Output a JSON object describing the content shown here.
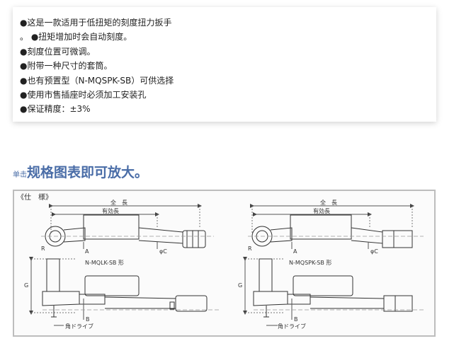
{
  "features": [
    "●这是一款适用于低扭矩的刻度扭力扳手",
    "。 ●扭矩增加时会自动刻度。",
    "●刻度位置可微调。",
    "●附带一种尺寸的套筒。",
    "●也有预置型（N-MQSPK-SB）可供选择",
    "●使用市售插座时必须加工安装孔",
    "●保证精度：±3%"
  ],
  "heading": {
    "prefix": "单击",
    "main": "规格图表即可放大。"
  },
  "diagram": {
    "spec_label": "《仕　様》",
    "left": {
      "total_length": "全　長",
      "effective_length": "有効長",
      "model": "N-MQLK-SB 形",
      "r": "R",
      "a": "A",
      "phi_c": "φC",
      "g": "G",
      "b": "B",
      "square_drive": "角ドライブ"
    },
    "right": {
      "total_length": "全　長",
      "effective_length": "有効長",
      "model": "N-MQSPK-SB 形",
      "r": "R",
      "a": "A",
      "phi_c": "φC",
      "g": "G",
      "b": "B",
      "square_drive": "角ドライブ"
    }
  }
}
